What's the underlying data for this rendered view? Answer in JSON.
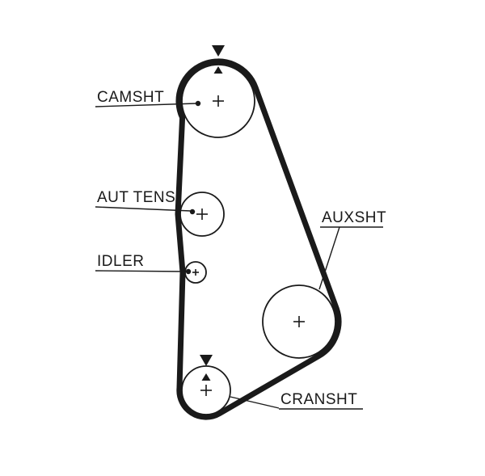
{
  "diagram": {
    "type": "timing-belt-routing",
    "colors": {
      "background": "#ffffff",
      "line": "#1a1a1a"
    },
    "labels": {
      "camshaft": "CAMSHT",
      "tensioner": "AUT TENS",
      "idler": "IDLER",
      "auxshaft": "AUXSHT",
      "crankshaft": "CRANSHT"
    }
  }
}
